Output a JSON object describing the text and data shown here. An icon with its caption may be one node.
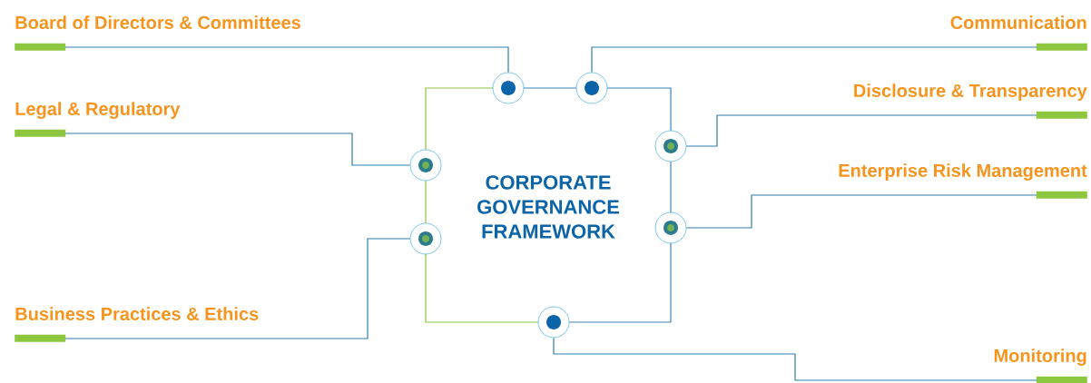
{
  "diagram": {
    "nodes": [
      {
        "text": [
          "CORPORATE GOVERNANCE FRAMEWORK"
        ]
      },
      {
        "text": [
          "Board of Directors & Committees"
        ]
      },
      {
        "text": [
          "Communication"
        ]
      },
      {
        "text": [
          "Legal & Regulatory"
        ]
      },
      {
        "text": [
          "Disclosure & Transparency"
        ]
      },
      {
        "text": [
          "Enterprise Risk Management"
        ]
      },
      {
        "text": [
          "Business Practices & Ethics"
        ]
      },
      {
        "text": [
          "Monitoring"
        ]
      },
      {
        "text": [],
        "shape": "circle"
      },
      {
        "text": [],
        "shape": "circle"
      },
      {
        "text": [],
        "shape": "circle"
      },
      {
        "text": [],
        "shape": "circle"
      },
      {
        "text": [],
        "shape": "circle"
      },
      {
        "text": [],
        "shape": "circle"
      },
      {
        "text": [],
        "shape": "circle"
      }
    ],
    "edges": [
      {
        "from": 1,
        "to": 10,
        "arrow": "none"
      },
      {
        "from": 2,
        "to": 12,
        "arrow": "none"
      },
      {
        "from": 3,
        "to": 8,
        "arrow": "none"
      },
      {
        "from": 4,
        "to": 13,
        "arrow": "none"
      },
      {
        "from": 5,
        "to": 14,
        "arrow": "none"
      },
      {
        "from": 6,
        "to": 9,
        "arrow": "none"
      },
      {
        "from": 7,
        "to": 11,
        "arrow": "none"
      }
    ]
  }
}
